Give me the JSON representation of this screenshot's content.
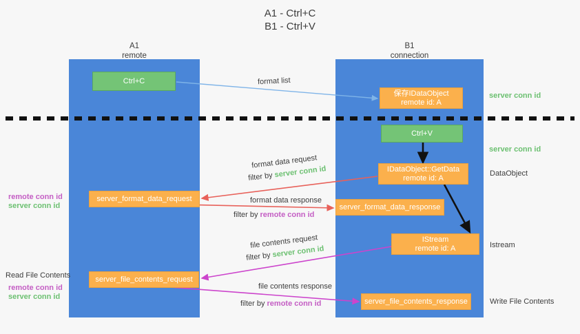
{
  "title": {
    "line1": "A1 - Ctrl+C",
    "line2": "B1 - Ctrl+V"
  },
  "lanes": [
    {
      "id": "a1",
      "name": "A1",
      "sub": "remote"
    },
    {
      "id": "b1",
      "name": "B1",
      "sub": "connection"
    }
  ],
  "boxes": {
    "ctrl_c": "Ctrl+C",
    "ctrl_v": "Ctrl+V",
    "save_idataobject_line1": "保存IDataObject",
    "save_idataobject_line2": "remote id: A",
    "getdata_line1": "IDataObject::GetData",
    "getdata_line2": "remote id: A",
    "istream_line1": "IStream",
    "istream_line2": "remote id: A",
    "server_format_data_request": "server_format_data_request",
    "server_format_data_response": "server_format_data_response",
    "server_file_contents_request": "server_file_contents_request",
    "server_file_contents_response": "server_file_contents_response"
  },
  "edge_labels": {
    "format_list": "format list",
    "format_data_request": "format data request",
    "format_data_request_filter_prefix": "filter by ",
    "format_data_request_filter_value": "server conn id",
    "format_data_response": "format data response",
    "format_data_response_filter_prefix": "filter by ",
    "format_data_response_filter_value": "remote conn id",
    "file_contents_request": "file contents request",
    "file_contents_request_filter_prefix": "filter by ",
    "file_contents_request_filter_value": "server conn id",
    "file_contents_response": "file contents response",
    "file_contents_response_filter_prefix": "filter by ",
    "file_contents_response_filter_value": "remote conn id"
  },
  "right_annotations": {
    "server_conn_id_top": "server conn id",
    "server_conn_id_mid": "server conn id",
    "dataobject": "DataObject",
    "istream": "Istream",
    "write_file_contents": "Write File Contents"
  },
  "left_annotations": {
    "remote_conn_id_upper": "remote conn id",
    "server_conn_id_upper": "server conn id",
    "read_file_contents": "Read File Contents",
    "remote_conn_id_lower": "remote conn id",
    "server_conn_id_lower": "server conn id"
  },
  "colors": {
    "lane": "#4a86d8",
    "green_box": "#74c476",
    "orange_box": "#fbb04c",
    "green_text": "#6cc071",
    "purple_text": "#c45ec4",
    "red_arrow": "#e8615a",
    "magenta_arrow": "#cc44cc",
    "blue_arrow": "#7fb4e8",
    "black_arrow": "#111111",
    "background": "#f7f7f7"
  }
}
